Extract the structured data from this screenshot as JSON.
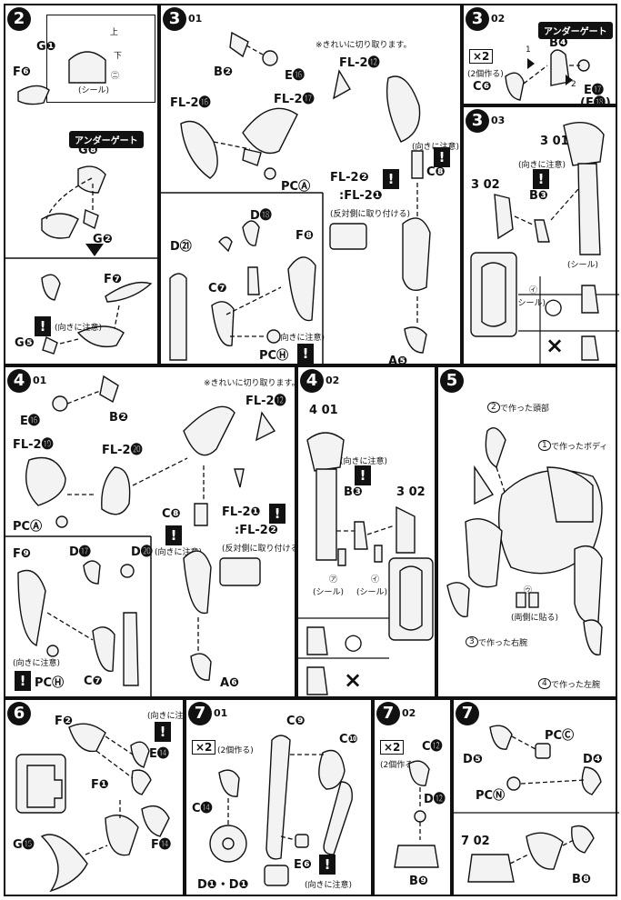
{
  "steps": {
    "s2": {
      "num": "2",
      "labels": {
        "g1": "G❶",
        "f6": "F❻",
        "g8": "G❽",
        "g2": "G❷",
        "f7": "F❼",
        "g5": "G❺",
        "up": "上",
        "down": "下",
        "seal": "(シール)",
        "seal_mark": "㋥",
        "under_gate": "アンダーゲート",
        "note": "(向きに注意)"
      }
    },
    "s3_01": {
      "num": "3",
      "sub": "01",
      "labels": {
        "b2": "B❷",
        "e16": "E⓰",
        "fl216": "FL-2⓰",
        "fl217": "FL-2⓱",
        "pca": "PCⒶ",
        "fl212": "FL-2⓬",
        "fl22": "FL-2❷",
        "fl21": ":FL-2❶",
        "c8": "C❽",
        "d18": "D⓲",
        "d21": "D㉑",
        "f8": "F❽",
        "c7": "C❼",
        "pch": "PCⒽ",
        "a5": "A❺",
        "clean_cut": "※きれいに切り取ります。",
        "note": "(向きに注意)",
        "reverse": "(反対側に取り付ける)"
      }
    },
    "s3_02": {
      "num": "3",
      "sub": "02",
      "labels": {
        "x2": "×2",
        "make2": "(2個作る)",
        "b4": "B❹",
        "c6": "C❻",
        "e17": "E⓱",
        "e18": "(E⓲)",
        "under_gate": "アンダーゲート",
        "one": "1",
        "two": "2"
      }
    },
    "s3_03": {
      "num": "3",
      "sub": "03",
      "labels": {
        "s301": "3 01",
        "s302": "3 02",
        "b3": "B❸",
        "seal_a": "(シール)",
        "seal_i": "(シール)",
        "mark_a": "㋐",
        "mark_i": "㋑",
        "note": "(向きに注意)",
        "ok": "○",
        "ng": "×"
      }
    },
    "s4_01": {
      "num": "4",
      "sub": "01",
      "labels": {
        "e16": "E⓰",
        "b2": "B❷",
        "fl219": "FL-2⓳",
        "fl220": "FL-2⓴",
        "pca": "PCⒶ",
        "fl212": "FL-2⓬",
        "c8": "C❽",
        "fl21": "FL-2❶",
        "fl22": ":FL-2❷",
        "f9": "F❾",
        "d17": "D⓱",
        "d20": "D⓴",
        "pch": "PCⒽ",
        "c7": "C❼",
        "a6": "A❻",
        "clean_cut": "※きれいに切り取ります。",
        "note": "(向きに注意)",
        "reverse": "(反対側に取り付ける)"
      }
    },
    "s4_02": {
      "num": "4",
      "sub": "02",
      "labels": {
        "s401": "4 01",
        "s302": "3 02",
        "b3": "B❸",
        "seal_a": "(シール)",
        "seal_i": "(シール)",
        "mark_a": "㋐",
        "mark_i": "㋑",
        "note": "(向きに注意)",
        "ok": "○",
        "ng": "×"
      }
    },
    "s5": {
      "num": "5",
      "labels": {
        "head": "で作った頭部",
        "body": "で作ったボディ",
        "right_arm": "で作った右腕",
        "left_arm": "で作った左腕",
        "both_sides": "(両側に貼る)",
        "seal_mark": "㋒",
        "ref_head": "2",
        "ref_body": "1",
        "ref_right": "3",
        "ref_left": "4"
      }
    },
    "s6": {
      "num": "6",
      "labels": {
        "f2": "F❷",
        "e14": "E⓮",
        "f1": "F❶",
        "g15": "G⓯",
        "f14": "F⓮",
        "note": "(向きに注意)"
      }
    },
    "s7_01": {
      "num": "7",
      "sub": "01",
      "labels": {
        "x2": "×2",
        "make2": "(2個作る)",
        "c14": "C⓮",
        "d1": "D❶・D❶",
        "c9": "C❾",
        "c10": "C❿",
        "e6": "E❻",
        "note": "(向きに注意)"
      }
    },
    "s7_02": {
      "num": "7",
      "sub": "02",
      "labels": {
        "x2": "×2",
        "make2": "(2個作る)",
        "c12": "C⓬",
        "d12": "D⓬",
        "b9": "B❾"
      }
    },
    "s7_03": {
      "num": "7",
      "sub": "03",
      "labels": {
        "pcc": "PCⒸ",
        "d5": "D❺",
        "d4": "D❹",
        "pcn": "PCⓃ",
        "s702": "7 02",
        "b8": "B❽"
      }
    }
  }
}
